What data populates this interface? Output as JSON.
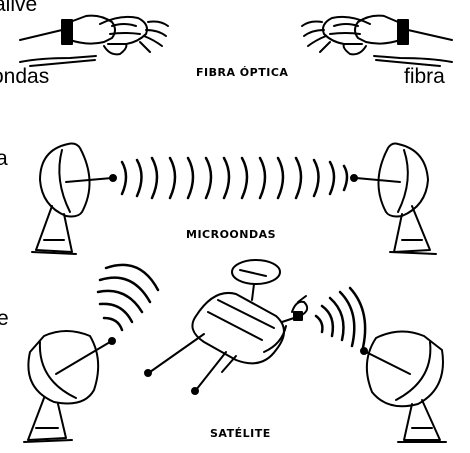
{
  "text_fragments": {
    "top_left": "alive",
    "left_middle": "ondas",
    "right_middle": "fibra",
    "left_a": "a",
    "left_e": "e"
  },
  "captions": {
    "fiber": "FIBRA ÓPTICA",
    "microwave": "MICROONDAS",
    "satellite": "SATÉLITE"
  },
  "colors": {
    "ink": "#000000",
    "background": "#ffffff"
  }
}
